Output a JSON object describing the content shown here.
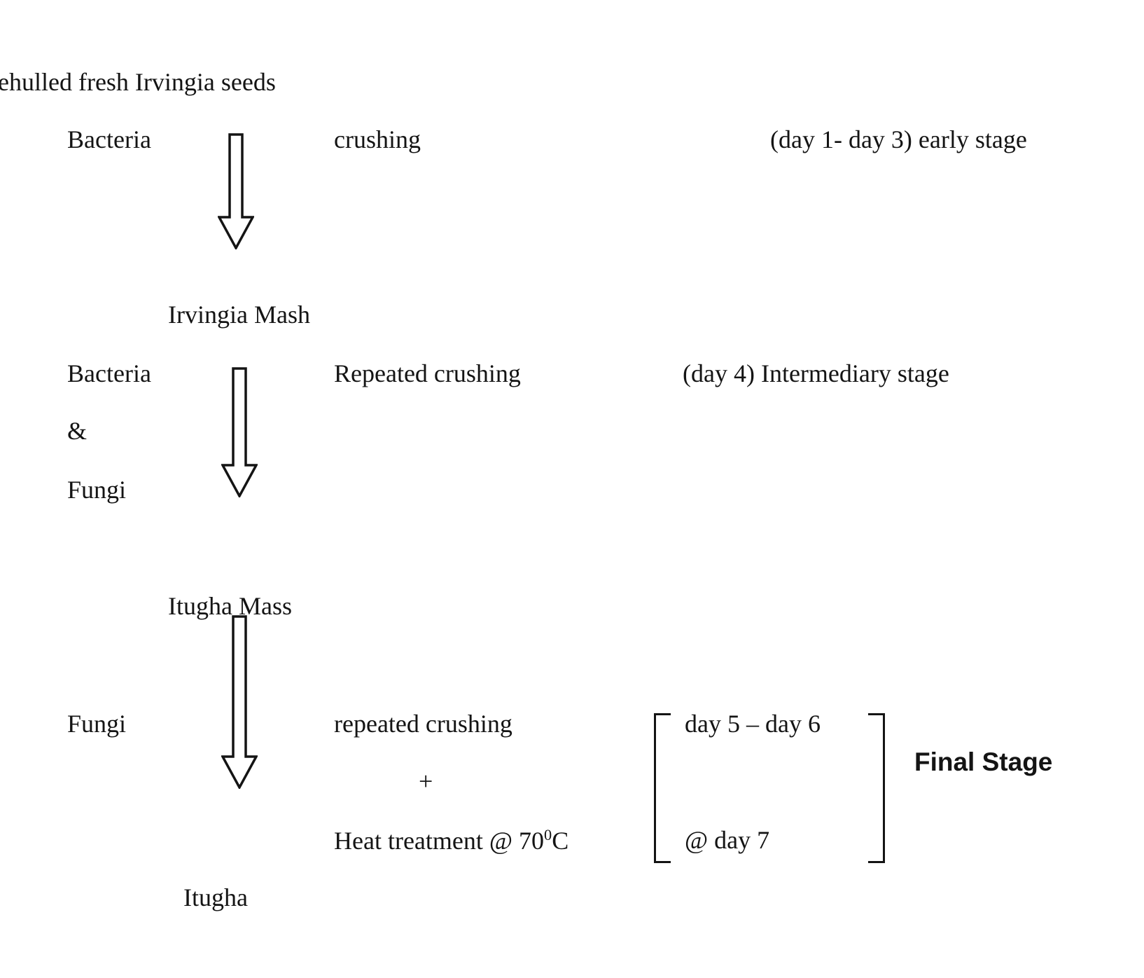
{
  "nodes": {
    "start": "ehulled fresh Irvingia seeds",
    "mash": "Irvingia Mash",
    "mass": "Itugha Mass",
    "final_product": "Itugha"
  },
  "stage1": {
    "agent": "Bacteria",
    "process": "crushing",
    "timing": "(day 1- day 3) early stage"
  },
  "stage2": {
    "agent_top": "Bacteria",
    "agent_mid": "&",
    "agent_bottom": "Fungi",
    "process": "Repeated crushing",
    "timing": "(day 4) Intermediary stage"
  },
  "stage3": {
    "agent": "Fungi",
    "process_line1": "repeated crushing",
    "plus": "+",
    "heat_prefix": "Heat treatment @ 70",
    "heat_sup": "0",
    "heat_suffix": "C",
    "bracket_line1": "day 5 – day 6",
    "bracket_line2": "@ day 7",
    "stage_label": "Final Stage"
  }
}
